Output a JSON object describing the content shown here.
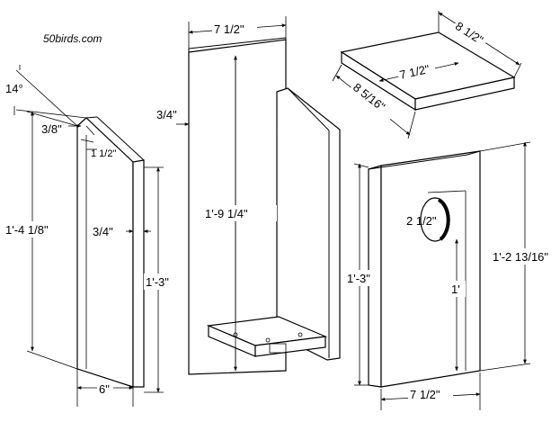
{
  "brand": "50birds.com",
  "side_panel": {
    "angle": "14°",
    "rabbet": "3/8\"",
    "rabbet_width": "1 1/2\"",
    "height": "1'-4 1/8\"",
    "thickness": "3/4\"",
    "front_height": "1'-3\"",
    "width": "6\""
  },
  "back_panel": {
    "width": "7 1/2\"",
    "thickness": "3/4\"",
    "height": "1'-9 1/4\""
  },
  "roof": {
    "length": "8 1/2\"",
    "width": "7 1/2\"",
    "depth": "8 5/16\""
  },
  "front_panel": {
    "hole_diameter": "2 1/2\"",
    "hole_height": "1'",
    "height": "1'-2 13/16\"",
    "side_height": "1'-3\"",
    "width": "7 1/2\""
  }
}
